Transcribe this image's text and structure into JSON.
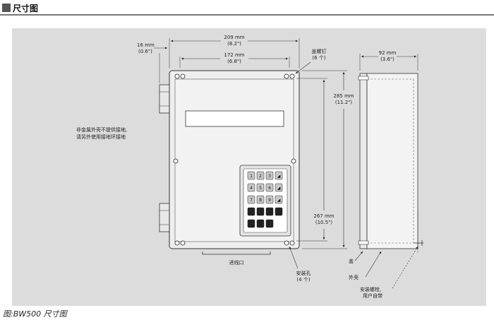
{
  "header": {
    "title": "尺寸图"
  },
  "labels": {
    "width_209": "209 mm",
    "width_209_in": "(8.2\")",
    "width_172": "172 mm",
    "width_172_in": "(6.8\")",
    "offset_16": "16 mm",
    "offset_16_in": "(0.6\")",
    "height_285": "285 mm",
    "height_285_in": "(11.2\")",
    "height_267": "267 mm",
    "height_267_in": "(10.5\")",
    "depth_92": "92 mm",
    "depth_92_in": "(3.6\")",
    "cover_screw": "盖螺钉",
    "cover_screw_count": "(6 个)",
    "mount_hole": "安装孔",
    "mount_hole_count": "(4 个)",
    "cable_entry": "进线口",
    "non_metal_note_1": "非金属外壳不提供接地,",
    "non_metal_note_2": "请另外使用接地环接地",
    "lid": "盖",
    "housing": "外壳",
    "mount_bolt": "安装螺栓,",
    "user_supplied": "用户自带"
  },
  "keypad": {
    "keys": [
      [
        "1",
        "2",
        "3",
        "◢"
      ],
      [
        "4",
        "5",
        "6",
        "◢"
      ],
      [
        "7",
        "8",
        "9",
        "◢"
      ],
      [
        "■",
        "■",
        "■",
        "■"
      ],
      [
        "■",
        "■",
        "■",
        ""
      ]
    ]
  },
  "caption": "图:BW500 尺寸图"
}
